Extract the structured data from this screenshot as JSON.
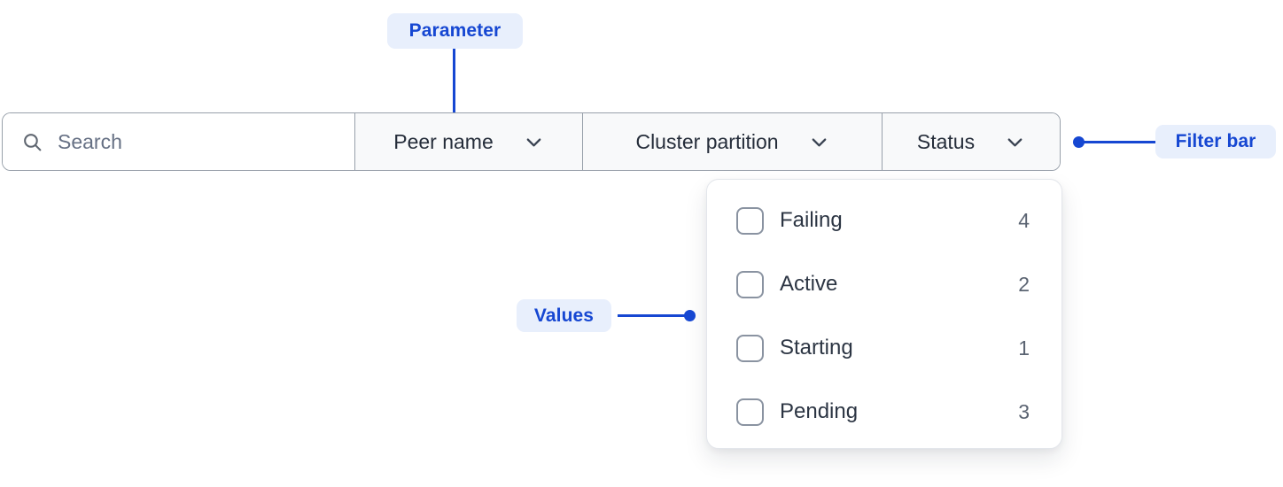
{
  "colors": {
    "accent_blue": "#1647D2",
    "annotation_badge_bg": "#E8EFFC",
    "bar_border": "#98A0AA",
    "param_section_bg": "#F8F9FA",
    "panel_border": "#E3E6EB",
    "checkbox_border": "#8A93A1",
    "text_dark": "#252D3A",
    "count_text": "#5B6472",
    "placeholder_text": "#667084"
  },
  "annotations": {
    "parameter": "Parameter",
    "filter_bar": "Filter bar",
    "values": "Values"
  },
  "filter_bar": {
    "search": {
      "placeholder": "Search",
      "value": ""
    },
    "parameters": [
      {
        "label": "Peer name"
      },
      {
        "label": "Cluster partition"
      },
      {
        "label": "Status"
      }
    ]
  },
  "status_dropdown": {
    "options": [
      {
        "label": "Failing",
        "count": "4",
        "checked": false
      },
      {
        "label": "Active",
        "count": "2",
        "checked": false
      },
      {
        "label": "Starting",
        "count": "1",
        "checked": false
      },
      {
        "label": "Pending",
        "count": "3",
        "checked": false
      }
    ]
  }
}
